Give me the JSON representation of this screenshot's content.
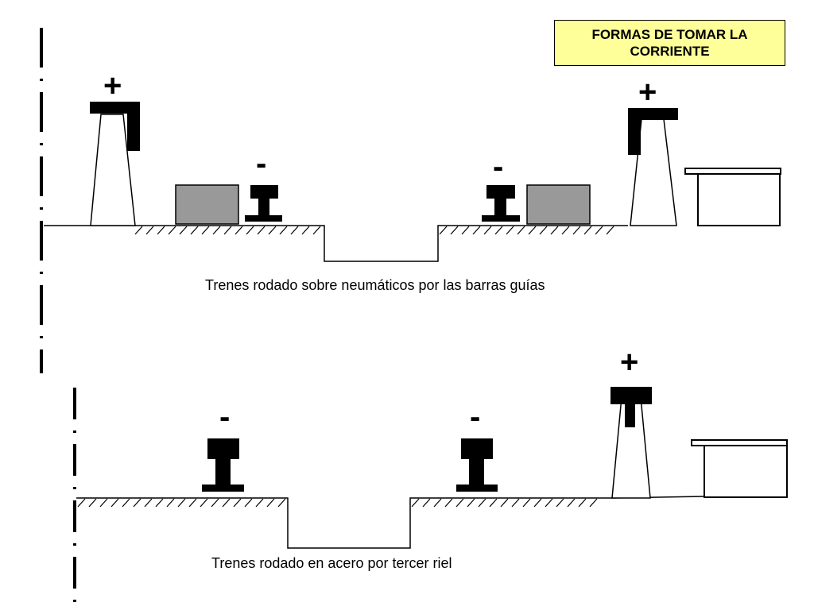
{
  "title": "FORMAS DE TOMAR LA CORRIENTE",
  "diagrams": [
    {
      "caption": "Trenes rodado sobre neumáticos por las barras guías",
      "signs": {
        "left_positive": "+",
        "left_negative": "-",
        "right_negative": "-",
        "right_positive": "+"
      }
    },
    {
      "caption": "Trenes rodado en acero por tercer riel",
      "signs": {
        "left_negative": "-",
        "right_negative": "-",
        "positive": "+"
      }
    }
  ],
  "colors": {
    "title_background": "#ffff99",
    "guide_bar_fill": "#999999",
    "rail_fill": "#000000"
  }
}
